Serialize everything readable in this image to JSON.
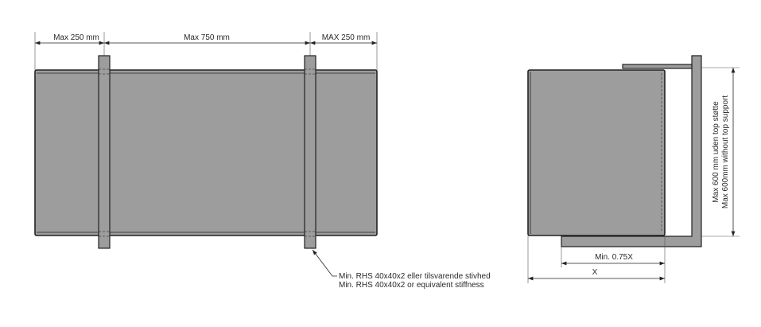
{
  "front_view": {
    "dim_left": "Max 250 mm",
    "dim_middle": "Max 750 mm",
    "dim_right": "MAX 250 mm",
    "callout_line1": "Min. RHS 40x40x2 eller tilsvarende stivhed",
    "callout_line2": "Min. RHS 40x40x2 or equivalent stiffness"
  },
  "side_view": {
    "height_line1": "Max 600 mm uden top støtte",
    "height_line2": "Max 600mm without top support",
    "dim_min": "Min. 0.75X",
    "dim_x": "X"
  }
}
